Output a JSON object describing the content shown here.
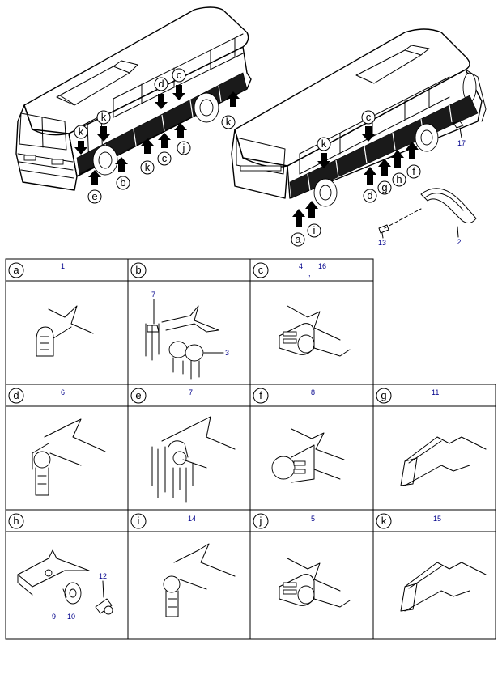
{
  "callouts_left_bus": [
    "d",
    "c",
    "k",
    "k",
    "k",
    "c",
    "j",
    "e",
    "b",
    "k"
  ],
  "callouts_right_bus": [
    "c",
    "k",
    "a",
    "i",
    "d",
    "g",
    "h",
    "f"
  ],
  "part_numbers_top": [
    "17",
    "13",
    "2"
  ],
  "cells": [
    {
      "letter": "a",
      "parts": "1"
    },
    {
      "letter": "b",
      "parts": "",
      "extra": [
        "7",
        "3"
      ]
    },
    {
      "letter": "c",
      "parts": "4",
      "parts2": "16",
      "sep": ","
    },
    {
      "letter": "d",
      "parts": "6"
    },
    {
      "letter": "e",
      "parts": "7"
    },
    {
      "letter": "f",
      "parts": "8"
    },
    {
      "letter": "g",
      "parts": "11"
    },
    {
      "letter": "h",
      "parts": "",
      "extra": [
        "12",
        "9",
        "10"
      ]
    },
    {
      "letter": "i",
      "parts": "14"
    },
    {
      "letter": "j",
      "parts": "5"
    },
    {
      "letter": "k",
      "parts": "15"
    }
  ]
}
